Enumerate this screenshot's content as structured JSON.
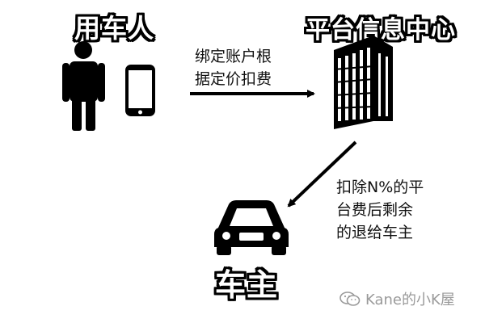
{
  "labels": {
    "user": "用车人",
    "platform": "平台信息中心",
    "owner": "车主"
  },
  "notes": {
    "bind_fee_line1": "绑定账户根",
    "bind_fee_line2": "据定价扣费",
    "refund_line1": "扣除N%的平",
    "refund_line2": "台费后剩余",
    "refund_line3": "的退给车主"
  },
  "watermark": {
    "text": "Kane的小K屋"
  },
  "colors": {
    "ink": "#000000",
    "watermark": "#9a9a9a",
    "background": "#ffffff"
  },
  "icons": [
    "person-icon",
    "smartphone-icon",
    "building-icon",
    "car-icon",
    "wechat-icon"
  ]
}
